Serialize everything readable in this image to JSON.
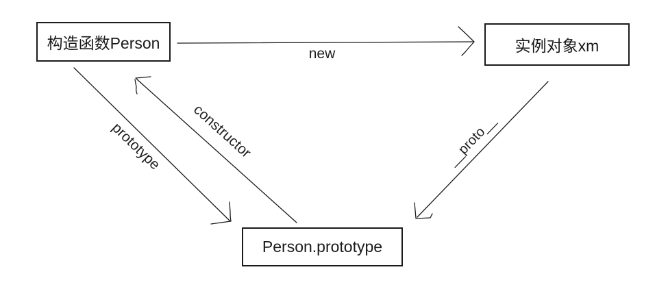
{
  "canvas": {
    "background_color": "#ffffff",
    "stroke_color": "#1a1a1a",
    "text_color": "#1f1f1f"
  },
  "nodes": [
    {
      "id": "constructor-box",
      "label": "构造函数Person"
    },
    {
      "id": "instance-box",
      "label": "实例对象xm"
    },
    {
      "id": "prototype-box",
      "label": "Person.prototype"
    }
  ],
  "edges": [
    {
      "id": "new-edge",
      "label": "new",
      "from": "构造函数Person",
      "to": "实例对象xm"
    },
    {
      "id": "prototype-edge",
      "label": "prototype",
      "from": "构造函数Person",
      "to": "Person.prototype"
    },
    {
      "id": "constructor-edge",
      "label": "constructor",
      "from": "Person.prototype",
      "to": "构造函数Person"
    },
    {
      "id": "proto-edge",
      "label": "__proto__",
      "from": "实例对象xm",
      "to": "Person.prototype"
    }
  ]
}
